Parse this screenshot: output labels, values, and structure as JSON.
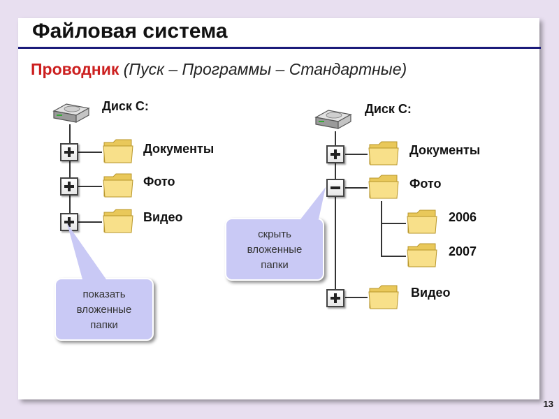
{
  "slide": {
    "title": "Файловая система",
    "subtitle_red": "Проводник",
    "subtitle_rest": " (Пуск – Программы – Стандартные)",
    "page_number": "13"
  },
  "left_tree": {
    "drive_label": "Диск C:",
    "items": [
      {
        "label": "Документы",
        "toggle": "plus"
      },
      {
        "label": "Фото",
        "toggle": "plus"
      },
      {
        "label": "Видео",
        "toggle": "plus"
      }
    ]
  },
  "right_tree": {
    "drive_label": "Диск C:",
    "items": [
      {
        "label": "Документы",
        "toggle": "plus"
      },
      {
        "label": "Фото",
        "toggle": "minus",
        "children": [
          "2006",
          "2007"
        ]
      },
      {
        "label": "Видео",
        "toggle": "plus"
      }
    ]
  },
  "callouts": {
    "show": [
      "показать",
      "вложенные",
      "папки"
    ],
    "hide": [
      "скрыть",
      "вложенные",
      "папки"
    ]
  },
  "colors": {
    "background": "#e8dff0",
    "title_rule": "#1b1b7a",
    "accent_red": "#cc1f1f",
    "callout_fill": "#c9c9f5",
    "folder_fill": "#f7dc7a"
  },
  "icons": [
    "hard-drive-icon",
    "folder-icon",
    "plus-toggle-icon",
    "minus-toggle-icon"
  ]
}
